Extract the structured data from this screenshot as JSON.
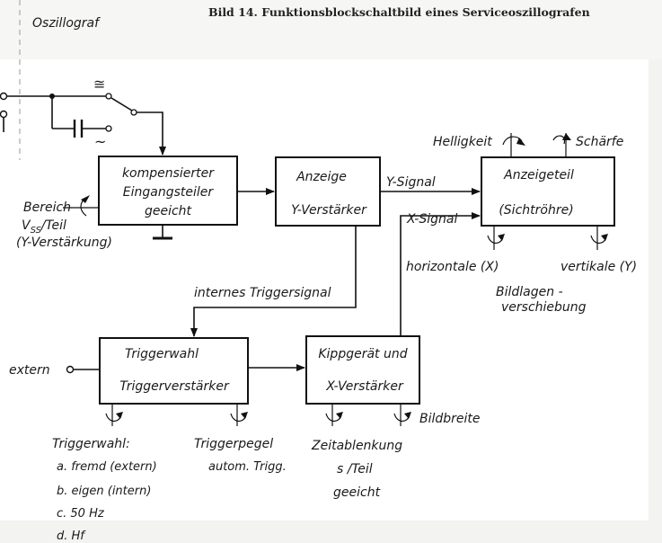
{
  "caption": "Bild 14. Funktionsblockschaltbild eines Serviceoszillografen",
  "side_label": "Oszillograf",
  "switch_symbols": {
    "dc": "≅",
    "ac": "~"
  },
  "blocks": {
    "input": {
      "line1": "kompensierter",
      "line2": "Eingangsteiler",
      "line3": "geeicht"
    },
    "yamp": {
      "line1": "Anzeige",
      "line2": "Y-Verstärker"
    },
    "display": {
      "line1": "Anzeigeteil",
      "line2": "(Sichtröhre)"
    },
    "trigger": {
      "line1": "Triggerwahl",
      "line2": "Triggerverstärker"
    },
    "sweep": {
      "line1": "Kippgerät und",
      "line2": "X-Verstärker"
    }
  },
  "signals": {
    "y_signal": "Y-Signal",
    "x_signal": "X-Signal",
    "internal_trigger": "internes Triggersignal",
    "extern": "extern"
  },
  "controls": {
    "range": {
      "line1": "Bereich",
      "line2": "V",
      "line2_sub": "SS",
      "line2_rest": "/Teil",
      "line3": "(Y-Verstärkung)"
    },
    "helligkeit": "Helligkeit",
    "schaerfe": "Schärfe",
    "horizontal": "horizontale (X)",
    "vertical": "vertikale (Y)",
    "position": {
      "line1": "Bildlagen -",
      "line2": "verschiebung"
    },
    "trigger_select": {
      "title": "Triggerwahl:",
      "options": [
        "a. fremd (extern)",
        "b. eigen (intern)",
        "c. 50 Hz",
        "d. Hf"
      ]
    },
    "trigger_level": {
      "line1": "Triggerpegel",
      "line2": "autom. Trigg."
    },
    "timebase": {
      "line1": "Zeitablenkung",
      "line2": "s /Teil",
      "line3": "geeicht"
    },
    "width": "Bildbreite"
  }
}
